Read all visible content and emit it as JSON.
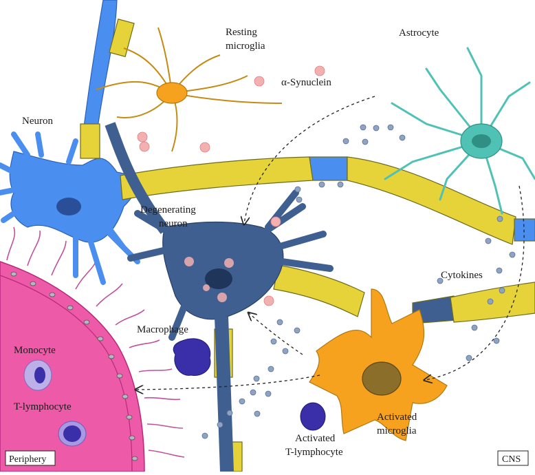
{
  "labels": {
    "resting_microglia_1": "Resting",
    "resting_microglia_2": "microglia",
    "astrocyte": "Astrocyte",
    "alpha_synuclein": "α-Synuclein",
    "neuron": "Neuron",
    "degenerating_neuron_1": "Degenerating",
    "degenerating_neuron_2": "neuron",
    "cytokines": "Cytokines",
    "macrophage": "Macrophage",
    "monocyte": "Monocyte",
    "t_lymphocyte": "T-lymphocyte",
    "activated_microglia_1": "Activated",
    "activated_microglia_2": "microglia",
    "activated_t_lymphocyte_1": "Activated",
    "activated_t_lymphocyte_2": "T-lymphocyte",
    "periphery": "Periphery",
    "cns": "CNS"
  },
  "colors": {
    "neuron_blue": "#4a8ff0",
    "degenerating_blue": "#3e5f8f",
    "myelin_yellow": "#e6d33a",
    "microglia_orange": "#f6a21e",
    "astrocyte_teal": "#4fc2b5",
    "vessel_pink": "#e8479a",
    "tcell_purple": "#3a2fa8",
    "cytokine_gray": "#8fa3c2",
    "synuclein_pink": "#f3b0b0"
  }
}
